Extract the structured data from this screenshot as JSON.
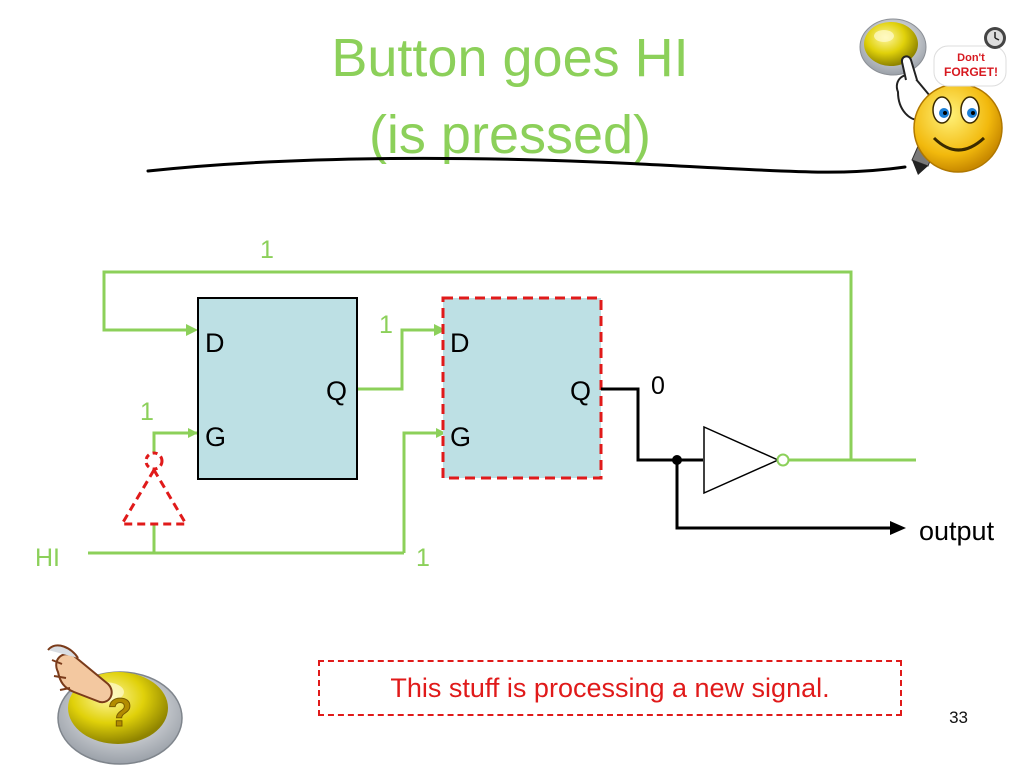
{
  "slide": {
    "title_line1": "Button goes HI",
    "title_line2": "(is pressed)",
    "callout_text": "This stuff is processing a new signal.",
    "page_number": "33"
  },
  "stickers": {
    "dont_forget_line1": "Don't",
    "dont_forget_line2": "FORGET!"
  },
  "circuit": {
    "latch1": {
      "d_label": "D",
      "q_label": "Q",
      "g_label": "G"
    },
    "latch2": {
      "d_label": "D",
      "q_label": "Q",
      "g_label": "G"
    },
    "signals": {
      "feedback": "1",
      "latch1_q": "1",
      "latch1_g": "1",
      "latch2_q": "0",
      "hi_wire": "1"
    },
    "input_label": "HI",
    "output_label": "output"
  },
  "colors": {
    "title": "#8cd05a",
    "wire_green": "#8cd05a",
    "latch_fill": "#bde0e4",
    "dashed_red": "#e01a1a",
    "wire_black": "#000000"
  },
  "icons": [
    "dont-forget-smiley-icon",
    "question-button-icon",
    "pointing-hand-icon"
  ]
}
